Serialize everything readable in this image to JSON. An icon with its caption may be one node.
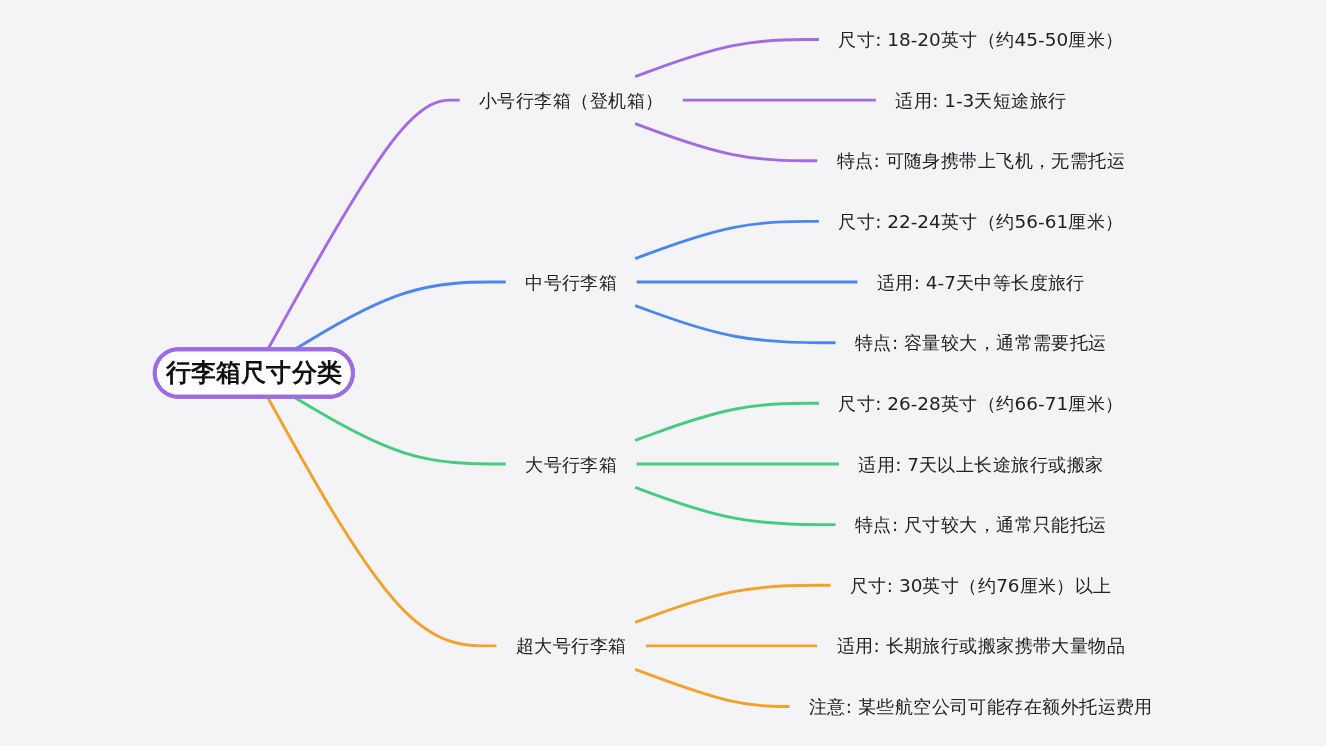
{
  "diagram": {
    "nodes": [
      {
        "text": [
          "行李箱尺寸分类"
        ]
      },
      {
        "text": [
          "小号行李箱（登机箱）"
        ]
      },
      {
        "text": [
          "尺寸: 18-20英寸（约45-50厘米）"
        ]
      },
      {
        "text": [
          "适用: 1-3天短途旅行"
        ]
      },
      {
        "text": [
          "特点: 可随身携带上飞机，无需托运"
        ]
      },
      {
        "text": [
          "中号行李箱"
        ]
      },
      {
        "text": [
          "尺寸: 22-24英寸（约56-61厘米）"
        ]
      },
      {
        "text": [
          "适用: 4-7天中等长度旅行"
        ]
      },
      {
        "text": [
          "特点: 容量较大，通常需要托运"
        ]
      },
      {
        "text": [
          "大号行李箱"
        ]
      },
      {
        "text": [
          "尺寸: 26-28英寸（约66-71厘米）"
        ]
      },
      {
        "text": [
          "适用: 7天以上长途旅行或搬家"
        ]
      },
      {
        "text": [
          "特点: 尺寸较大，通常只能托运"
        ]
      },
      {
        "text": [
          "超大号行李箱"
        ]
      },
      {
        "text": [
          "尺寸: 30英寸（约76厘米）以上"
        ]
      },
      {
        "text": [
          "适用: 长期旅行或搬家携带大量物品"
        ]
      },
      {
        "text": [
          "注意: 某些航空公司可能存在额外托运费用"
        ]
      }
    ],
    "edges": [
      {
        "from": 0,
        "to": 1,
        "arrow": "none",
        "color": "#a36ae6"
      },
      {
        "from": 1,
        "to": 2,
        "arrow": "none",
        "color": "#a36ae6"
      },
      {
        "from": 1,
        "to": 3,
        "arrow": "none",
        "color": "#a36ae6"
      },
      {
        "from": 1,
        "to": 4,
        "arrow": "none",
        "color": "#a36ae6"
      },
      {
        "from": 0,
        "to": 5,
        "arrow": "none",
        "color": "#4a86f0"
      },
      {
        "from": 5,
        "to": 6,
        "arrow": "none",
        "color": "#4a86f0"
      },
      {
        "from": 5,
        "to": 7,
        "arrow": "none",
        "color": "#4a86f0"
      },
      {
        "from": 5,
        "to": 8,
        "arrow": "none",
        "color": "#4a86f0"
      },
      {
        "from": 0,
        "to": 9,
        "arrow": "none",
        "color": "#45cc7e"
      },
      {
        "from": 9,
        "to": 10,
        "arrow": "none",
        "color": "#45cc7e"
      },
      {
        "from": 9,
        "to": 11,
        "arrow": "none",
        "color": "#45cc7e"
      },
      {
        "from": 9,
        "to": 12,
        "arrow": "none",
        "color": "#45cc7e"
      },
      {
        "from": 0,
        "to": 13,
        "arrow": "none",
        "color": "#f0a328"
      },
      {
        "from": 13,
        "to": 14,
        "arrow": "none",
        "color": "#f0a328"
      },
      {
        "from": 13,
        "to": 15,
        "arrow": "none",
        "color": "#f0a328"
      },
      {
        "from": 13,
        "to": 16,
        "arrow": "none",
        "color": "#f0a328"
      }
    ]
  }
}
